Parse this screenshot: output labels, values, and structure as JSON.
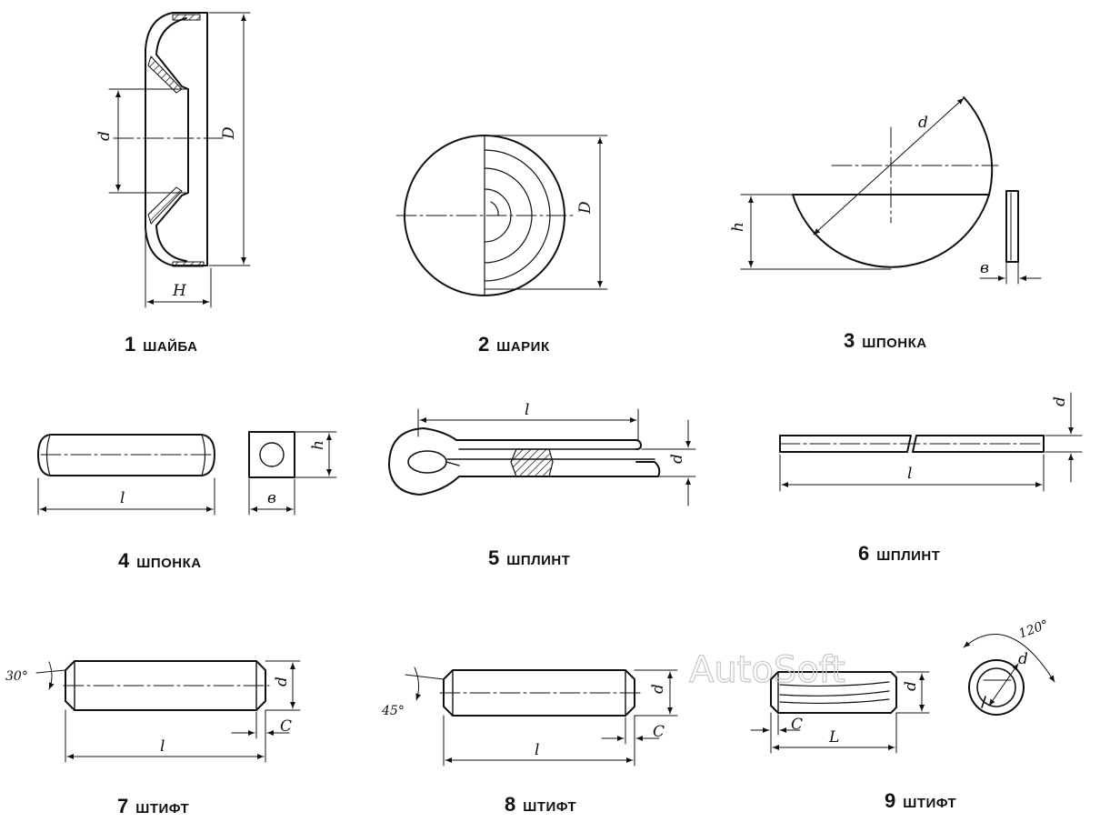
{
  "figures": [
    {
      "number": "1",
      "name": "ШАЙБА",
      "dims": [
        "d",
        "D",
        "H"
      ]
    },
    {
      "number": "2",
      "name": "ШАРИК",
      "dims": [
        "D"
      ]
    },
    {
      "number": "3",
      "name": "ШПОНКА",
      "dims": [
        "d",
        "h",
        "в"
      ]
    },
    {
      "number": "4",
      "name": "ШПОНКА",
      "dims": [
        "l",
        "h",
        "в"
      ]
    },
    {
      "number": "5",
      "name": "ШПЛИНТ",
      "dims": [
        "l",
        "d"
      ]
    },
    {
      "number": "6",
      "name": "ШПЛИНТ",
      "dims": [
        "d",
        "l"
      ]
    },
    {
      "number": "7",
      "name": "ШТИФТ",
      "dims": [
        "30°",
        "d",
        "C",
        "l"
      ]
    },
    {
      "number": "8",
      "name": "ШТИФТ",
      "dims": [
        "45°",
        "d",
        "C",
        "l"
      ]
    },
    {
      "number": "9",
      "name": "ШТИФТ",
      "dims": [
        "d",
        "C",
        "L",
        "d",
        "120°"
      ]
    }
  ],
  "watermark": "AutoSoft"
}
